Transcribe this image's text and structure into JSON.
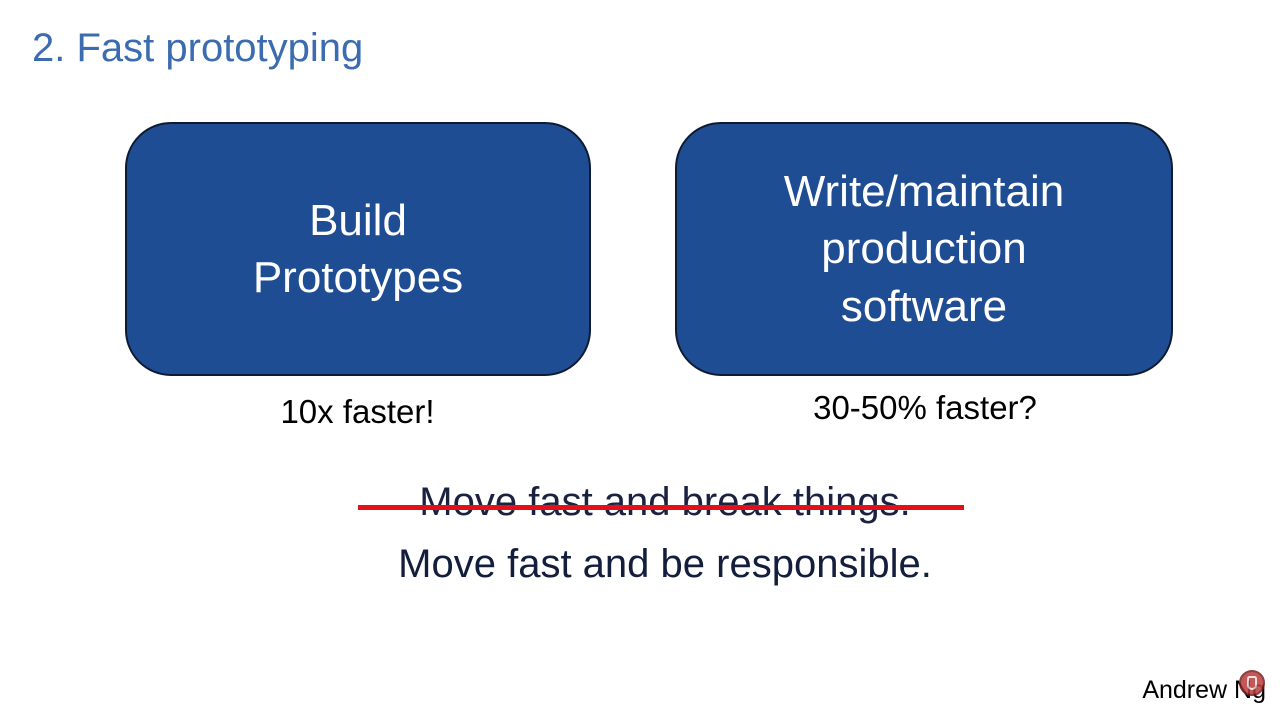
{
  "slide": {
    "title": "2. Fast prototyping"
  },
  "boxes": {
    "left": {
      "lines": [
        "Build",
        "Prototypes"
      ],
      "caption": "10x faster!"
    },
    "right": {
      "lines": [
        "Write/maintain",
        "production",
        "software"
      ],
      "caption": "30-50% faster?"
    }
  },
  "motto": {
    "crossed_out": "Move fast and break things.",
    "replacement": "Move fast and be responsible."
  },
  "footer": {
    "author": "Andrew Ng"
  },
  "colors": {
    "title": "#3c6cb0",
    "box_fill": "#1f4d93",
    "strike": "#e3101a"
  }
}
